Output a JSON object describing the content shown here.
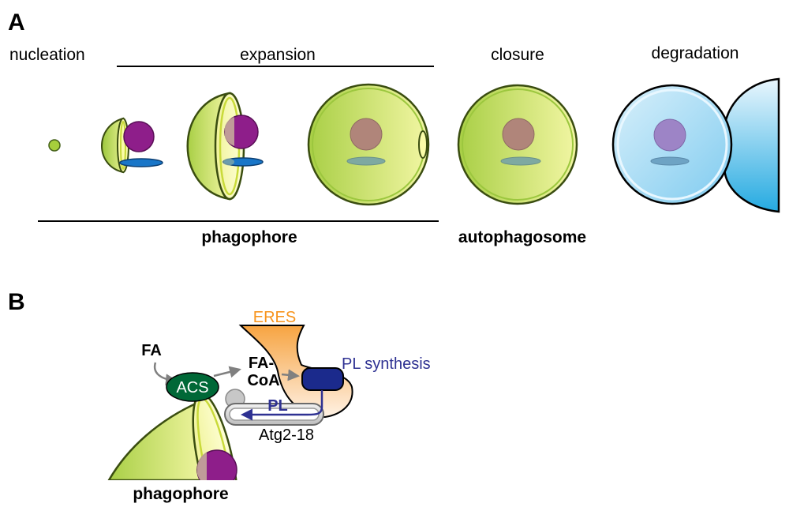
{
  "panel_a": {
    "letter": "A",
    "stages": {
      "nucleation": "nucleation",
      "expansion": "expansion",
      "closure": "closure",
      "degradation": "degradation"
    },
    "labels": {
      "phagophore": "phagophore",
      "autophagosome": "autophagosome"
    }
  },
  "panel_b": {
    "letter": "B",
    "eres": "ERES",
    "fa": "FA",
    "acs": "ACS",
    "fa_coa_line1": "FA-",
    "fa_coa_line2": "CoA",
    "pl_synthesis": "PL synthesis",
    "pl": "PL",
    "atg2": "Atg2-18",
    "phagophore": "phagophore"
  },
  "colors": {
    "membrane_green": "#8cc63f",
    "lumen_yellow": "#f4f7a0",
    "cargo_purple": "#8e1e8a",
    "er_disc_blue": "#1976c8",
    "vacuole_blue": "#29abe2",
    "eres_orange": "#f7941d",
    "acs_green": "#006837",
    "pl_blue": "#2e3192"
  }
}
